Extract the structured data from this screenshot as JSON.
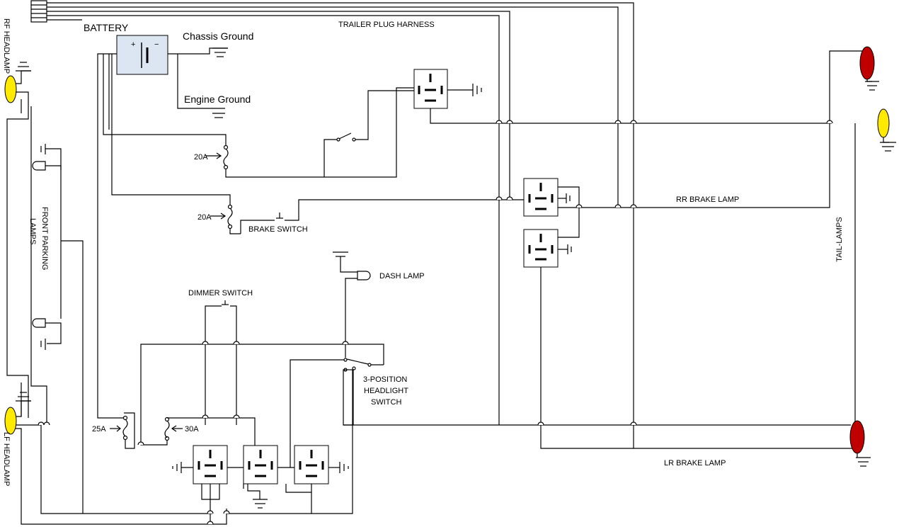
{
  "colors": {
    "headlamp": "#ffea00",
    "brake_lamp": "#c00000",
    "battery_fill": "#dce6f2",
    "wire": "#000000"
  },
  "labels": {
    "battery": "BATTERY",
    "chassis_ground": "Chassis Ground",
    "engine_ground": "Engine Ground",
    "trailer_plug_harness": "TRAILER PLUG HARNESS",
    "rf_headlamp": "RF HEADLAMP",
    "lf_headlamp": "LF HEADLAMP",
    "front_parking_lamps_1": "FRONT PARKING",
    "front_parking_lamps_2": "LAMPS",
    "fuse_20a_1": "20A",
    "fuse_20a_2": "20A",
    "fuse_25a": "25A",
    "fuse_30a": "30A",
    "brake_switch": "BRAKE SWITCH",
    "dimmer_switch": "DIMMER SWITCH",
    "dash_lamp": "DASH LAMP",
    "headlight_switch_1": "3-POSITION",
    "headlight_switch_2": "HEADLIGHT",
    "headlight_switch_3": "SWITCH",
    "rr_brake_lamp": "RR BRAKE LAMP",
    "lr_brake_lamp": "LR BRAKE LAMP",
    "tail_lamps": "TAIL-LAMPS",
    "battery_plus": "+",
    "battery_minus": "−"
  }
}
